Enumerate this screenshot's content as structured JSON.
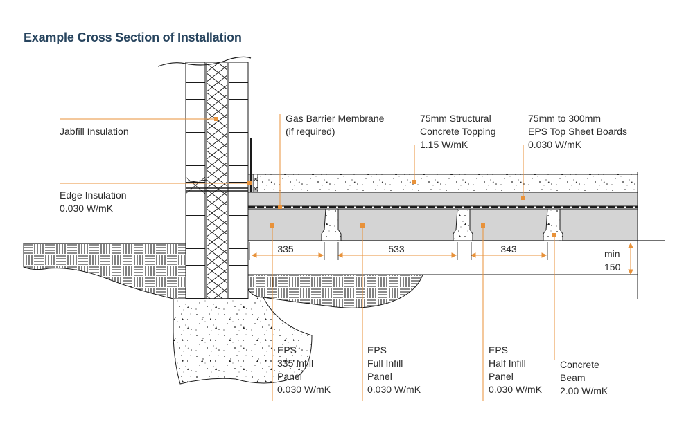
{
  "title": "Example Cross Section of Installation",
  "colors": {
    "leader": "#e8923a",
    "title": "#27445e",
    "eps": "#d4d4d4",
    "line": "#1a1a1a"
  },
  "labels": {
    "jabfill": "Jabfill Insulation",
    "edge": [
      "Edge Insulation",
      "0.030 W/mK"
    ],
    "gas": [
      "Gas Barrier Membrane",
      "(if required)"
    ],
    "topping": [
      "75mm Structural",
      "Concrete Topping",
      "1.15 W/mK"
    ],
    "topsheet": [
      "75mm to 300mm",
      "EPS Top Sheet Boards",
      "0.030 W/mK"
    ],
    "eps335": [
      "EPS",
      "335 Infill",
      "Panel",
      "0.030 W/mK"
    ],
    "epsfull": [
      "EPS",
      "Full Infill",
      "Panel",
      "0.030 W/mK"
    ],
    "epshalf": [
      "EPS",
      "Half Infill",
      "Panel",
      "0.030 W/mK"
    ],
    "beam": [
      "Concrete",
      "Beam",
      "2.00 W/mK"
    ]
  },
  "dimensions": {
    "d1": "335",
    "d2": "533",
    "d3": "343",
    "min": [
      "min",
      "150"
    ]
  }
}
